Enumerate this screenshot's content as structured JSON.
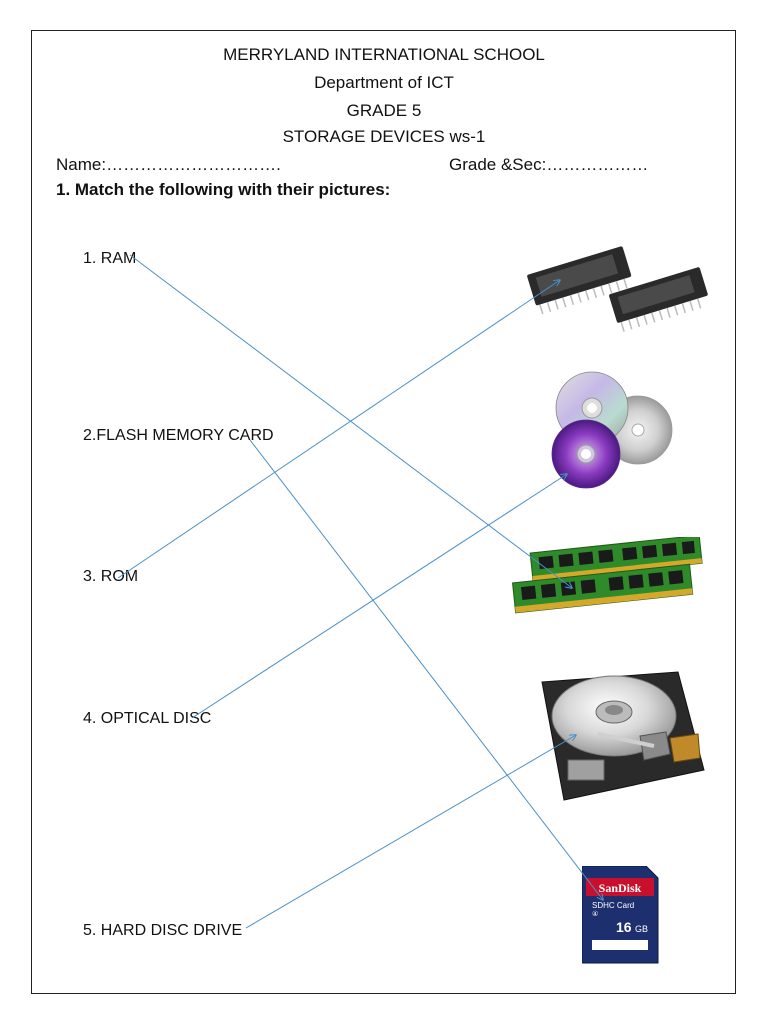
{
  "header": {
    "school": "MERRYLAND INTERNATIONAL SCHOOL",
    "department": "Department of ICT",
    "grade": "GRADE 5",
    "worksheet": "STORAGE DEVICES ws-1"
  },
  "student": {
    "name_label": "Name:………………………….",
    "grade_label": "Grade &Sec:………………"
  },
  "question": "1.  Match the following with their pictures:",
  "items": [
    "1. RAM",
    "2.FLASH MEMORY CARD",
    "3. ROM",
    "4. OPTICAL DISC",
    "5. HARD DISC DRIVE"
  ],
  "pictures": [
    "rom-chips",
    "optical-discs",
    "ram-modules",
    "hard-disk",
    "sd-card"
  ],
  "sd_card": {
    "brand": "SanDisk",
    "type": "SDHC Card",
    "capacity": "16",
    "unit": "GB"
  },
  "colors": {
    "line": "#4a90c8",
    "sd_red": "#c8102e",
    "sd_navy": "#1d2f6e",
    "pcb_green": "#2f8a2a"
  }
}
